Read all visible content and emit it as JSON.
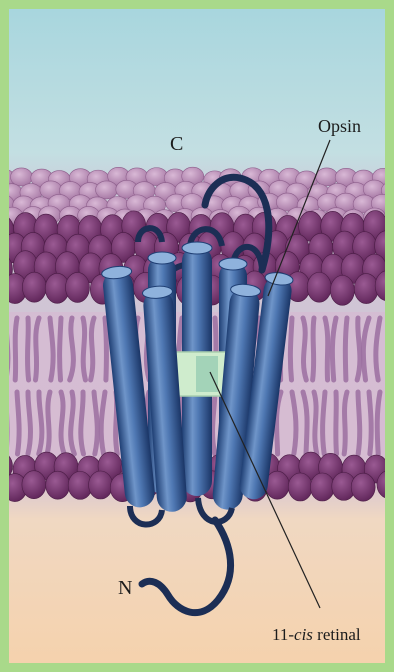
{
  "labels": {
    "c_terminus": "C",
    "n_terminus": "N",
    "protein": "Opsin",
    "chromophore_prefix": "11-",
    "chromophore_italic": "cis",
    "chromophore_suffix": " retinal"
  },
  "colors": {
    "frame": "#a9d98a",
    "cytoplasm_top": "#b6dde2",
    "cytoplasm_mid": "#c9c7d6",
    "extracellular": "#f3d4b4",
    "head_dark": "#6d2b66",
    "head_light": "#b27fb0",
    "tail": "#9b6fa0",
    "helix_dark": "#1f3f74",
    "helix_mid": "#3f69a8",
    "helix_light": "#8fb2dc",
    "retinal": "#cdeccd",
    "loop": "#1c2e55"
  },
  "icons": [
    "opsin-helix-bundle",
    "lipid-bilayer",
    "retinal-chromophore"
  ]
}
